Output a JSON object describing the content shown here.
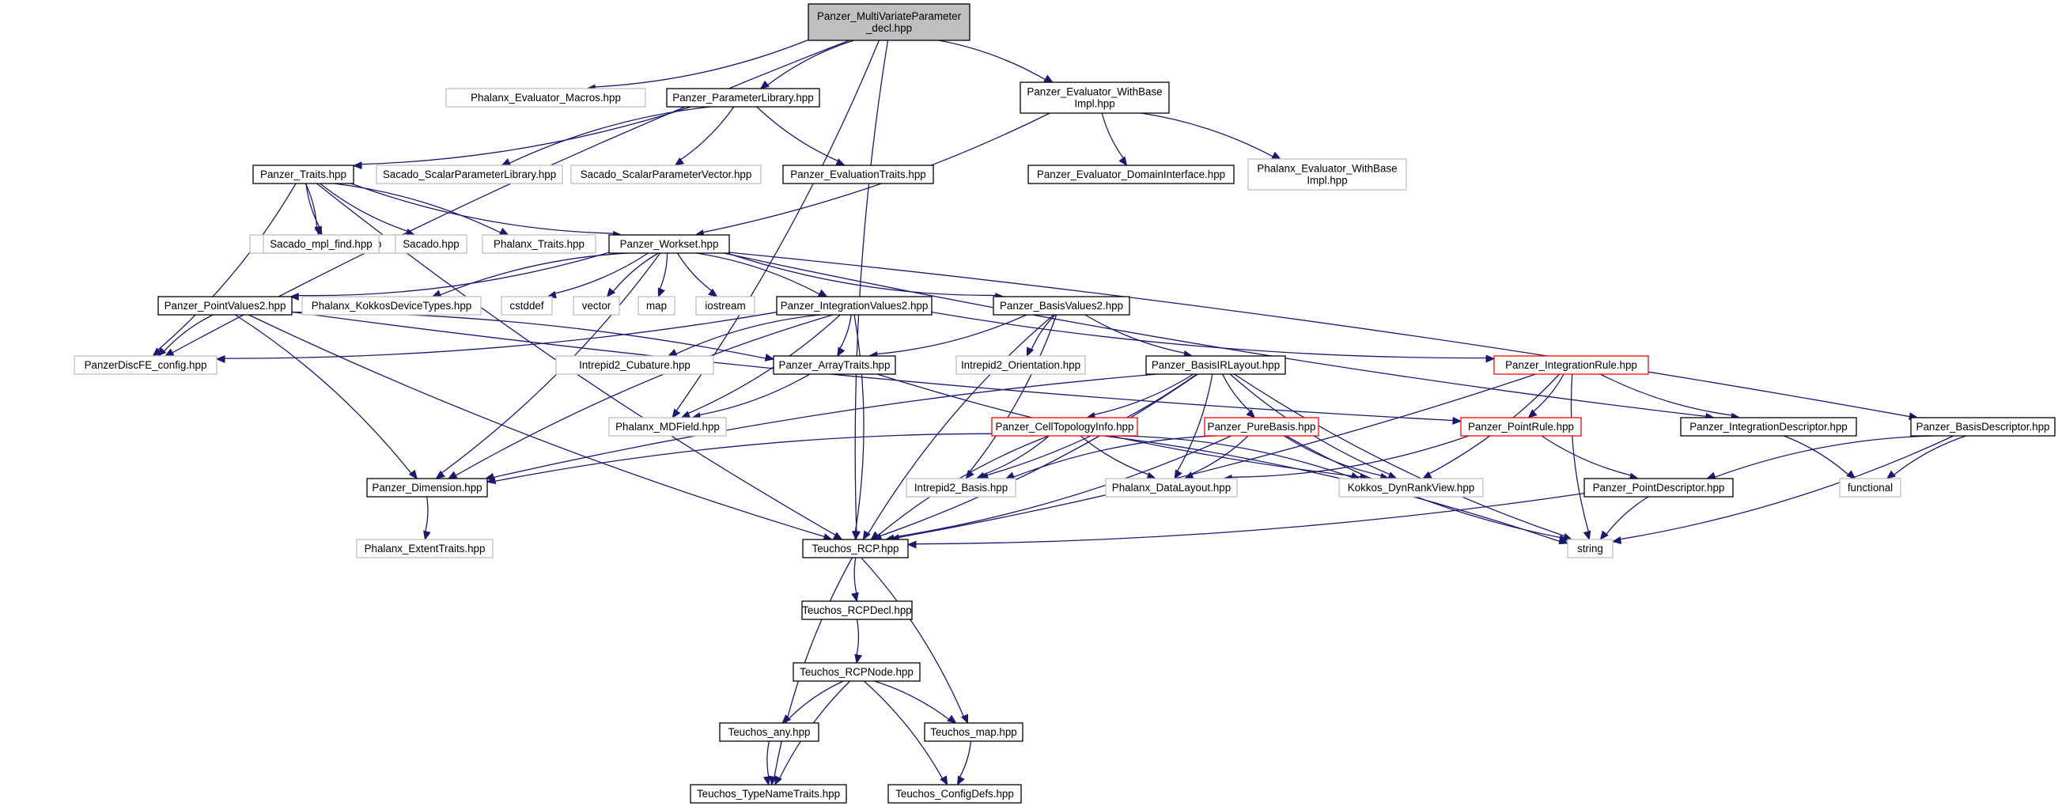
{
  "nodes": [
    {
      "id": "root",
      "kind": "root",
      "lines": [
        "Panzer_MultiVariateParameter",
        "_decl.hpp"
      ]
    },
    {
      "id": "phx_eval_macros",
      "kind": "external",
      "lines": [
        "Phalanx_Evaluator_Macros.hpp"
      ]
    },
    {
      "id": "param_lib",
      "kind": "normal",
      "lines": [
        "Panzer_ParameterLibrary.hpp"
      ]
    },
    {
      "id": "eval_withbase",
      "kind": "normal",
      "lines": [
        "Panzer_Evaluator_WithBase",
        "Impl.hpp"
      ]
    },
    {
      "id": "traits",
      "kind": "normal",
      "lines": [
        "Panzer_Traits.hpp"
      ]
    },
    {
      "id": "sacado_spl",
      "kind": "external",
      "lines": [
        "Sacado_ScalarParameterLibrary.hpp"
      ]
    },
    {
      "id": "sacado_spv",
      "kind": "external",
      "lines": [
        "Sacado_ScalarParameterVector.hpp"
      ]
    },
    {
      "id": "eval_traits",
      "kind": "normal",
      "lines": [
        "Panzer_EvaluationTraits.hpp"
      ]
    },
    {
      "id": "eval_domain",
      "kind": "normal",
      "lines": [
        "Panzer_Evaluator_DomainInterface.hpp"
      ]
    },
    {
      "id": "phx_eval_withbase",
      "kind": "external",
      "lines": [
        "Phalanx_Evaluator_WithBase",
        "Impl.hpp"
      ]
    },
    {
      "id": "mpl_vector",
      "kind": "external",
      "lines": [
        "Sacado_mpl_vector.hpp"
      ]
    },
    {
      "id": "mpl_find",
      "kind": "external",
      "lines": [
        "Sacado_mpl_find.hpp"
      ]
    },
    {
      "id": "sacado",
      "kind": "external",
      "lines": [
        "Sacado.hpp"
      ]
    },
    {
      "id": "phx_traits",
      "kind": "external",
      "lines": [
        "Phalanx_Traits.hpp"
      ]
    },
    {
      "id": "workset",
      "kind": "normal",
      "lines": [
        "Panzer_Workset.hpp"
      ]
    },
    {
      "id": "pointvalues2",
      "kind": "normal",
      "lines": [
        "Panzer_PointValues2.hpp"
      ]
    },
    {
      "id": "kokkos_dev",
      "kind": "external",
      "lines": [
        "Phalanx_KokkosDeviceTypes.hpp"
      ]
    },
    {
      "id": "cstddef",
      "kind": "external",
      "lines": [
        "cstddef"
      ]
    },
    {
      "id": "vector",
      "kind": "external",
      "lines": [
        "vector"
      ]
    },
    {
      "id": "map",
      "kind": "external",
      "lines": [
        "map"
      ]
    },
    {
      "id": "iostream",
      "kind": "external",
      "lines": [
        "iostream"
      ]
    },
    {
      "id": "intvalues2",
      "kind": "normal",
      "lines": [
        "Panzer_IntegrationValues2.hpp"
      ]
    },
    {
      "id": "basisvalues2",
      "kind": "normal",
      "lines": [
        "Panzer_BasisValues2.hpp"
      ]
    },
    {
      "id": "discfe_config",
      "kind": "external",
      "lines": [
        "PanzerDiscFE_config.hpp"
      ]
    },
    {
      "id": "cubature",
      "kind": "external",
      "lines": [
        "Intrepid2_Cubature.hpp"
      ]
    },
    {
      "id": "arraytraits",
      "kind": "normal",
      "lines": [
        "Panzer_ArrayTraits.hpp"
      ]
    },
    {
      "id": "orientation",
      "kind": "external",
      "lines": [
        "Intrepid2_Orientation.hpp"
      ]
    },
    {
      "id": "basisir",
      "kind": "normal",
      "lines": [
        "Panzer_BasisIRLayout.hpp"
      ]
    },
    {
      "id": "intrule",
      "kind": "truncated",
      "lines": [
        "Panzer_IntegrationRule.hpp"
      ]
    },
    {
      "id": "mdfield",
      "kind": "external",
      "lines": [
        "Phalanx_MDField.hpp"
      ]
    },
    {
      "id": "celltopo",
      "kind": "truncated",
      "lines": [
        "Panzer_CellTopologyInfo.hpp"
      ]
    },
    {
      "id": "purebasis",
      "kind": "truncated",
      "lines": [
        "Panzer_PureBasis.hpp"
      ]
    },
    {
      "id": "pointrule",
      "kind": "truncated",
      "lines": [
        "Panzer_PointRule.hpp"
      ]
    },
    {
      "id": "intdesc",
      "kind": "normal",
      "lines": [
        "Panzer_IntegrationDescriptor.hpp"
      ]
    },
    {
      "id": "basisdesc",
      "kind": "normal",
      "lines": [
        "Panzer_BasisDescriptor.hpp"
      ]
    },
    {
      "id": "dimension",
      "kind": "normal",
      "lines": [
        "Panzer_Dimension.hpp"
      ]
    },
    {
      "id": "i2basis",
      "kind": "external",
      "lines": [
        "Intrepid2_Basis.hpp"
      ]
    },
    {
      "id": "datalayout",
      "kind": "external",
      "lines": [
        "Phalanx_DataLayout.hpp"
      ]
    },
    {
      "id": "dynrank",
      "kind": "external",
      "lines": [
        "Kokkos_DynRankView.hpp"
      ]
    },
    {
      "id": "pointdesc",
      "kind": "normal",
      "lines": [
        "Panzer_PointDescriptor.hpp"
      ]
    },
    {
      "id": "functional",
      "kind": "external",
      "lines": [
        "functional"
      ]
    },
    {
      "id": "exttraits",
      "kind": "external",
      "lines": [
        "Phalanx_ExtentTraits.hpp"
      ]
    },
    {
      "id": "rcp",
      "kind": "normal",
      "lines": [
        "Teuchos_RCP.hpp"
      ]
    },
    {
      "id": "string",
      "kind": "external",
      "lines": [
        "string"
      ]
    },
    {
      "id": "rcpdecl",
      "kind": "normal",
      "lines": [
        "Teuchos_RCPDecl.hpp"
      ]
    },
    {
      "id": "rcpnode",
      "kind": "normal",
      "lines": [
        "Teuchos_RCPNode.hpp"
      ]
    },
    {
      "id": "any",
      "kind": "normal",
      "lines": [
        "Teuchos_any.hpp"
      ]
    },
    {
      "id": "tmap",
      "kind": "normal",
      "lines": [
        "Teuchos_map.hpp"
      ]
    },
    {
      "id": "typename",
      "kind": "normal",
      "lines": [
        "Teuchos_TypeNameTraits.hpp"
      ]
    },
    {
      "id": "configdefs",
      "kind": "normal",
      "lines": [
        "Teuchos_ConfigDefs.hpp"
      ]
    }
  ],
  "edges": [
    [
      "root",
      "phx_eval_macros"
    ],
    [
      "root",
      "param_lib"
    ],
    [
      "root",
      "eval_withbase"
    ],
    [
      "root",
      "discfe_config"
    ],
    [
      "root",
      "mdfield"
    ],
    [
      "root",
      "rcp"
    ],
    [
      "param_lib",
      "traits"
    ],
    [
      "param_lib",
      "sacado_spl"
    ],
    [
      "param_lib",
      "sacado_spv"
    ],
    [
      "param_lib",
      "eval_traits"
    ],
    [
      "eval_withbase",
      "workset"
    ],
    [
      "eval_withbase",
      "eval_domain"
    ],
    [
      "eval_withbase",
      "phx_eval_withbase"
    ],
    [
      "traits",
      "mpl_vector"
    ],
    [
      "traits",
      "mpl_find"
    ],
    [
      "traits",
      "sacado"
    ],
    [
      "traits",
      "phx_traits"
    ],
    [
      "traits",
      "workset"
    ],
    [
      "traits",
      "discfe_config"
    ],
    [
      "traits",
      "rcp"
    ],
    [
      "workset",
      "pointvalues2"
    ],
    [
      "workset",
      "kokkos_dev"
    ],
    [
      "workset",
      "cstddef"
    ],
    [
      "workset",
      "vector"
    ],
    [
      "workset",
      "map"
    ],
    [
      "workset",
      "iostream"
    ],
    [
      "workset",
      "intvalues2"
    ],
    [
      "workset",
      "basisvalues2"
    ],
    [
      "workset",
      "dimension"
    ],
    [
      "workset",
      "intdesc"
    ],
    [
      "workset",
      "basisdesc"
    ],
    [
      "pointvalues2",
      "discfe_config"
    ],
    [
      "pointvalues2",
      "arraytraits"
    ],
    [
      "pointvalues2",
      "pointrule"
    ],
    [
      "pointvalues2",
      "dimension"
    ],
    [
      "pointvalues2",
      "rcp"
    ],
    [
      "intvalues2",
      "discfe_config"
    ],
    [
      "intvalues2",
      "cubature"
    ],
    [
      "intvalues2",
      "arraytraits"
    ],
    [
      "intvalues2",
      "intrule"
    ],
    [
      "intvalues2",
      "mdfield"
    ],
    [
      "intvalues2",
      "dimension"
    ],
    [
      "intvalues2",
      "rcp"
    ],
    [
      "basisvalues2",
      "orientation"
    ],
    [
      "basisvalues2",
      "arraytraits"
    ],
    [
      "basisvalues2",
      "basisir"
    ],
    [
      "basisvalues2",
      "i2basis"
    ],
    [
      "basisvalues2",
      "rcp"
    ],
    [
      "arraytraits",
      "mdfield"
    ],
    [
      "arraytraits",
      "dynrank"
    ],
    [
      "basisir",
      "celltopo"
    ],
    [
      "basisir",
      "purebasis"
    ],
    [
      "basisir",
      "datalayout"
    ],
    [
      "basisir",
      "dynrank"
    ],
    [
      "basisir",
      "i2basis"
    ],
    [
      "basisir",
      "dimension"
    ],
    [
      "basisir",
      "rcp"
    ],
    [
      "basisir",
      "string"
    ],
    [
      "intrule",
      "pointrule"
    ],
    [
      "intrule",
      "intdesc"
    ],
    [
      "intrule",
      "rcp"
    ],
    [
      "intrule",
      "string"
    ],
    [
      "intrule",
      "dynrank"
    ],
    [
      "celltopo",
      "dimension"
    ],
    [
      "celltopo",
      "i2basis"
    ],
    [
      "celltopo",
      "datalayout"
    ],
    [
      "celltopo",
      "dynrank"
    ],
    [
      "celltopo",
      "rcp"
    ],
    [
      "celltopo",
      "string"
    ],
    [
      "purebasis",
      "i2basis"
    ],
    [
      "purebasis",
      "datalayout"
    ],
    [
      "purebasis",
      "dynrank"
    ],
    [
      "purebasis",
      "rcp"
    ],
    [
      "purebasis",
      "string"
    ],
    [
      "pointrule",
      "datalayout"
    ],
    [
      "pointrule",
      "pointdesc"
    ],
    [
      "intdesc",
      "functional"
    ],
    [
      "basisdesc",
      "functional"
    ],
    [
      "basisdesc",
      "string"
    ],
    [
      "basisdesc",
      "pointdesc"
    ],
    [
      "pointdesc",
      "rcp"
    ],
    [
      "pointdesc",
      "string"
    ],
    [
      "dimension",
      "exttraits"
    ],
    [
      "rcp",
      "rcpdecl"
    ],
    [
      "rcp",
      "tmap"
    ],
    [
      "rcp",
      "typename"
    ],
    [
      "rcpdecl",
      "rcpnode"
    ],
    [
      "rcpnode",
      "any"
    ],
    [
      "rcpnode",
      "tmap"
    ],
    [
      "rcpnode",
      "typename"
    ],
    [
      "rcpnode",
      "configdefs"
    ],
    [
      "any",
      "typename"
    ],
    [
      "tmap",
      "configdefs"
    ]
  ]
}
